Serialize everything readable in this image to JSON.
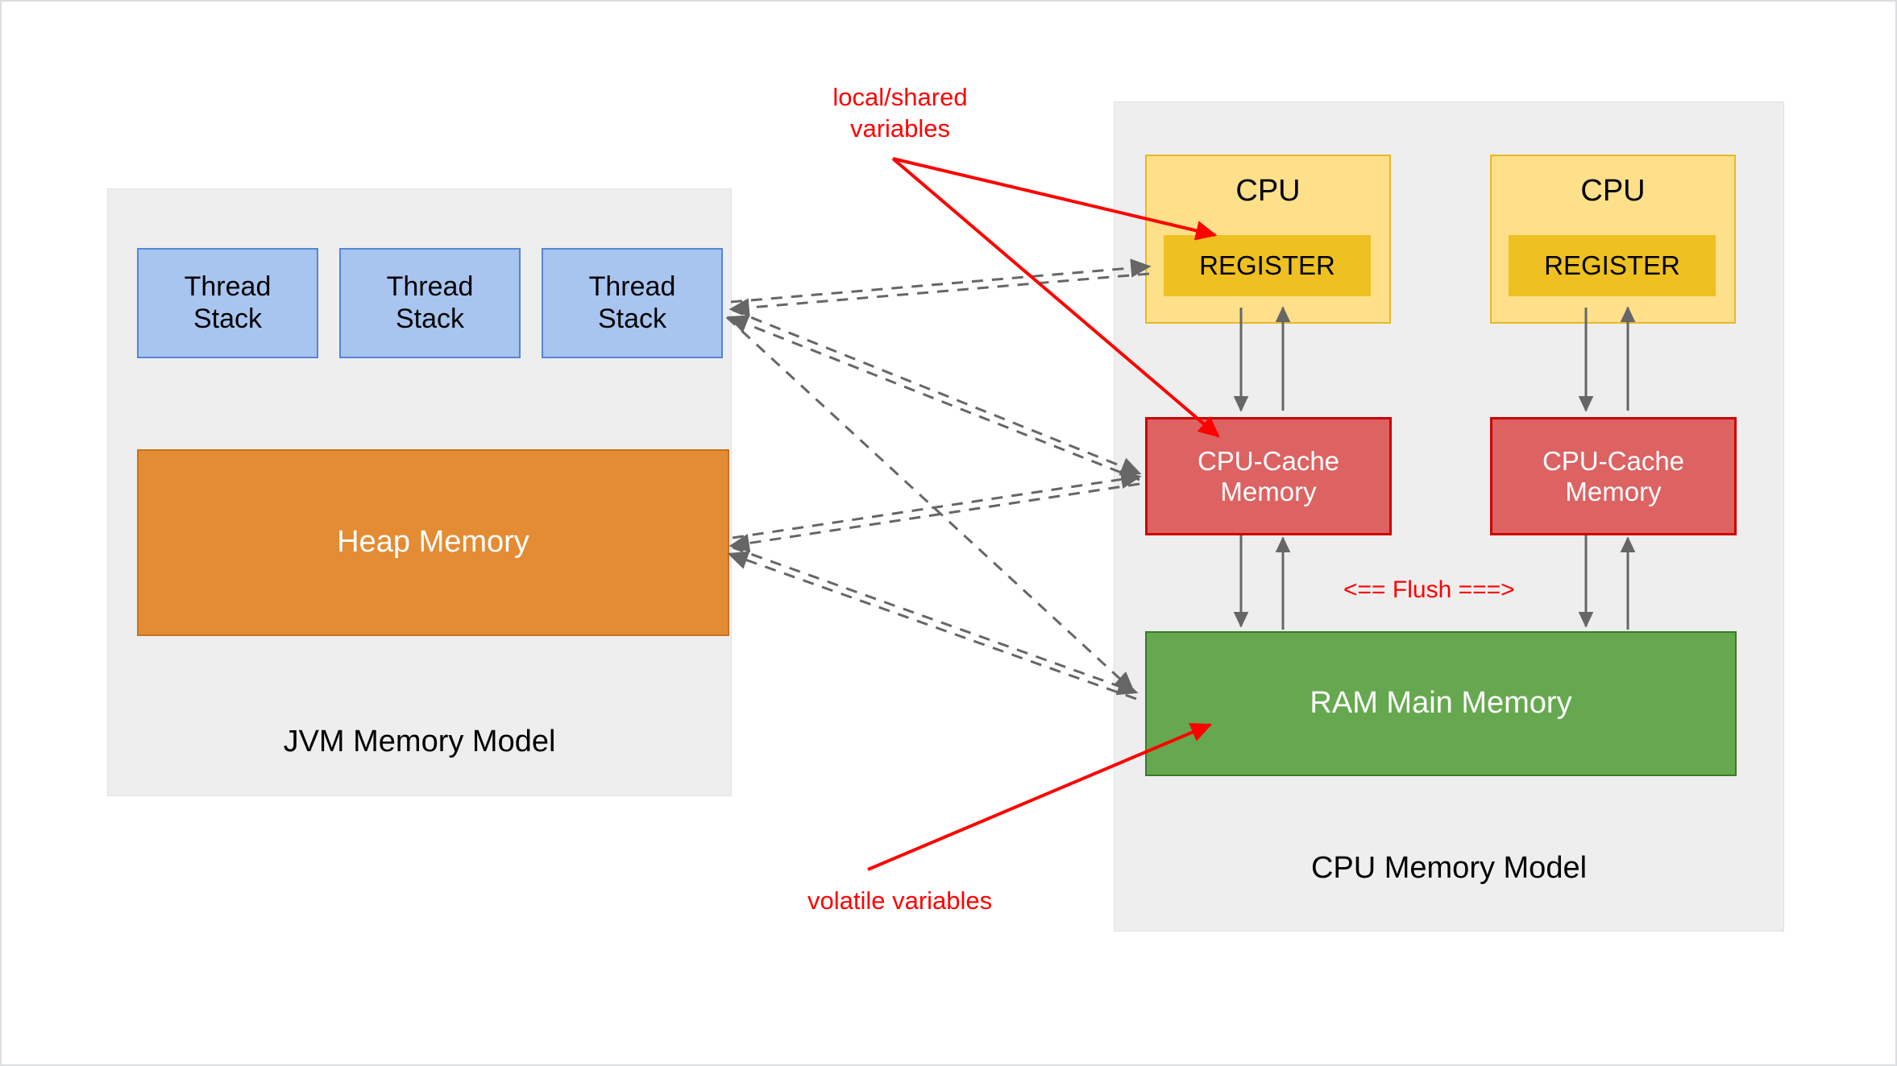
{
  "diagram": {
    "panels": [
      {
        "id": "jvm",
        "caption": "JVM Memory Model"
      },
      {
        "id": "cpu",
        "caption": "CPU Memory Model"
      }
    ],
    "jvm": {
      "thread_stacks": [
        {
          "label": "Thread\nStack"
        },
        {
          "label": "Thread\nStack"
        },
        {
          "label": "Thread\nStack"
        }
      ],
      "heap": {
        "label": "Heap Memory"
      }
    },
    "cpu": {
      "cores": [
        {
          "title": "CPU",
          "register": "REGISTER",
          "cache": "CPU-Cache\nMemory"
        },
        {
          "title": "CPU",
          "register": "REGISTER",
          "cache": "CPU-Cache\nMemory"
        }
      ],
      "ram": {
        "label": "RAM Main Memory"
      }
    },
    "annotations": {
      "local_shared": "local/shared\nvariables",
      "volatile": "volatile variables",
      "flush": "<== Flush ===>"
    },
    "colors": {
      "panel_bg": "#eeeeee",
      "thread_stack_fill": "#a8c5f0",
      "thread_stack_stroke": "#5585d6",
      "heap_fill": "#e38c33",
      "heap_stroke": "#c67320",
      "cpu_fill": "#ffe08a",
      "cpu_stroke": "#e8b72b",
      "register_fill": "#eec022",
      "cache_fill": "#dd6262",
      "cache_stroke": "#cc0000",
      "ram_fill": "#66a84f",
      "ram_stroke": "#3d7a27",
      "annotation_red": "#ff0000",
      "dashed_arrow": "#666666",
      "solid_arrow": "#666666"
    }
  }
}
